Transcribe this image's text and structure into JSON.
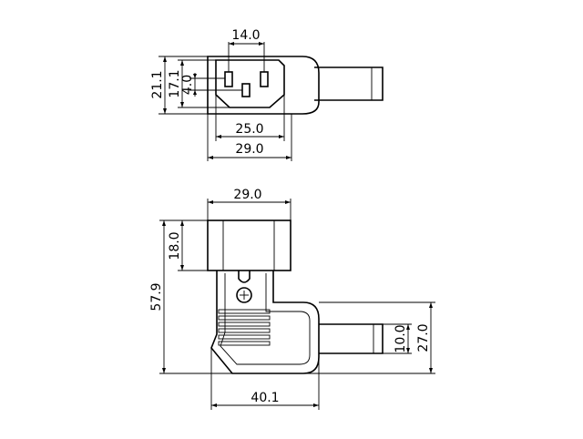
{
  "dimensions": {
    "top_view": {
      "pin_spacing": "14.0",
      "outer_height": "21.1",
      "inner_height": "17.1",
      "pin_offset": "4.0",
      "inner_width": "25.0",
      "outer_width": "29.0"
    },
    "side_view": {
      "top_width": "29.0",
      "head_height": "18.0",
      "total_height": "57.9",
      "cable_diameter": "10.0",
      "cable_height": "27.0",
      "total_width": "40.1"
    }
  }
}
